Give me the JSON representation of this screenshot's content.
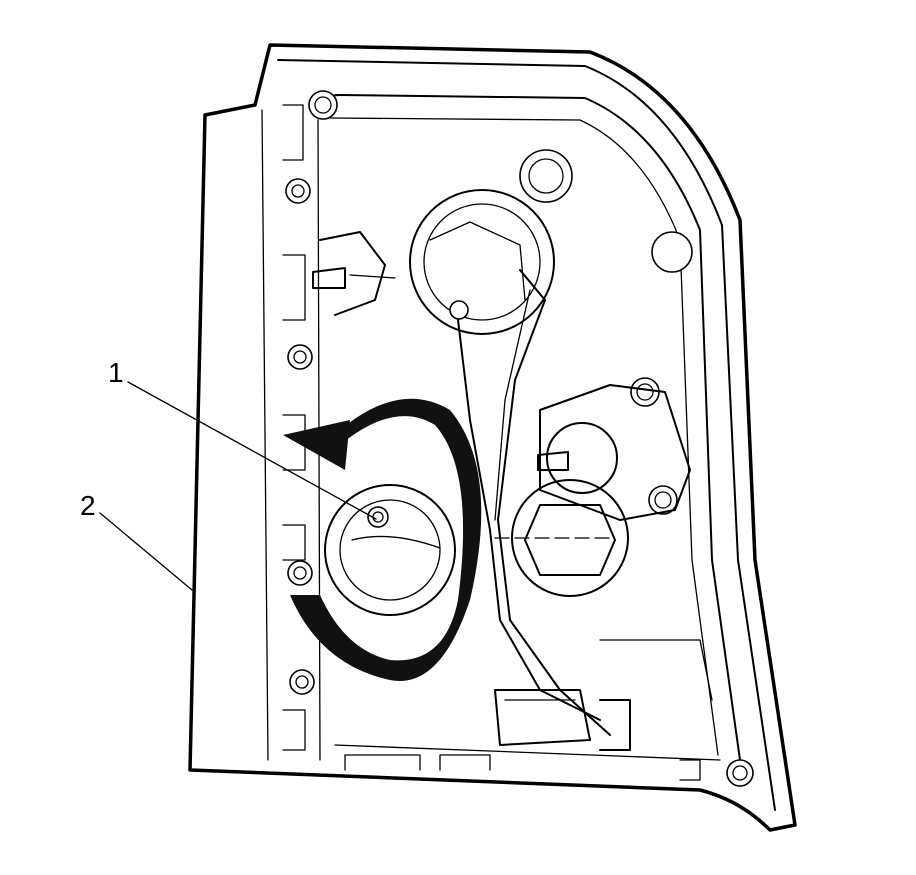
{
  "callouts": [
    {
      "id": "1",
      "label": "1"
    },
    {
      "id": "2",
      "label": "2"
    }
  ],
  "colors": {
    "line": "#000000",
    "background": "#ffffff",
    "arrow": "#111111"
  },
  "icons": {
    "rotation": "counterclockwise-arrow-icon"
  }
}
